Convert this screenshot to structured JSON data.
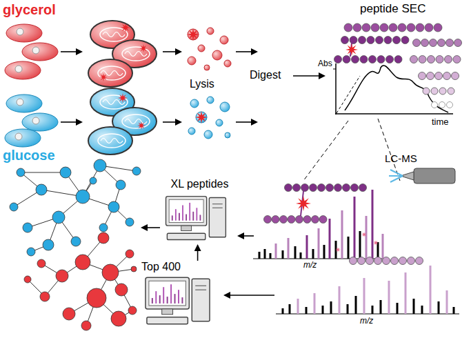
{
  "diagram": {
    "nodes": [
      {
        "text": [
          "XL peptides"
        ]
      },
      {
        "text": [
          "Top 400"
        ]
      }
    ],
    "edges": [
      {
        "from": 1,
        "to": 0,
        "arrow": "to"
      }
    ],
    "labels": [
      "glycerol",
      "glucose",
      "Lysis",
      "Digest",
      "peptide SEC",
      "Abs",
      "time",
      "LC-MS",
      "m/z",
      "m/z"
    ]
  }
}
